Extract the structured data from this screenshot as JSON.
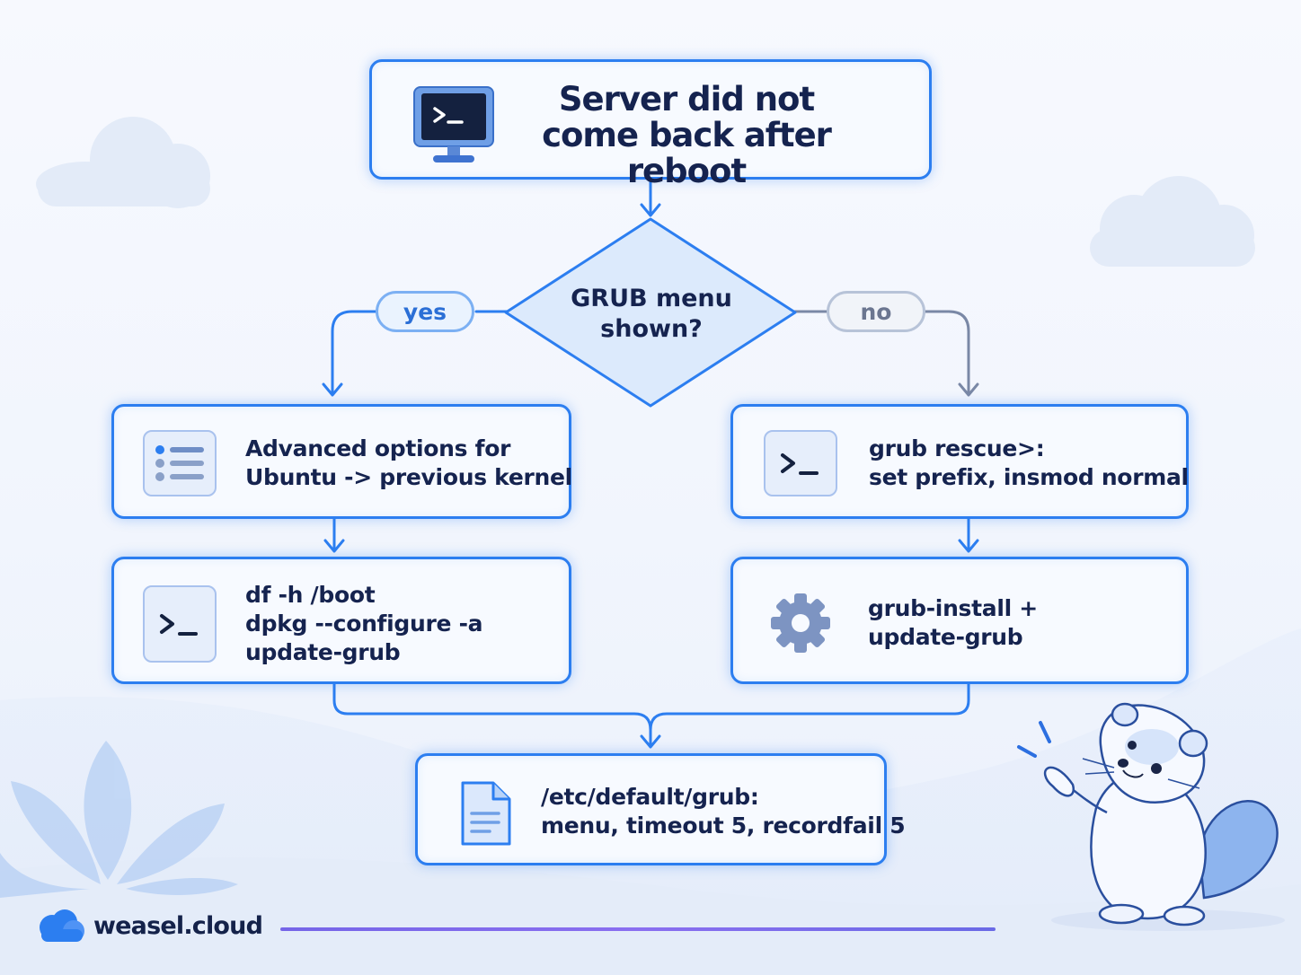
{
  "nodes": {
    "start": {
      "text": "Server did not come back after reboot",
      "icon": "terminal-monitor-icon"
    },
    "decision": {
      "text": "GRUB menu shown?"
    },
    "yes_step1": {
      "lines": [
        "Advanced options for",
        "Ubuntu -> previous kernel"
      ],
      "icon": "list-icon"
    },
    "yes_step2": {
      "lines": [
        "df -h /boot",
        "dpkg --configure -a",
        "update-grub"
      ],
      "icon": "terminal-icon"
    },
    "no_step1": {
      "lines": [
        "grub rescue>:",
        "set prefix, insmod normal"
      ],
      "icon": "terminal-icon"
    },
    "no_step2": {
      "lines": [
        "grub-install +",
        "update-grub"
      ],
      "icon": "gear-icon"
    },
    "final": {
      "lines": [
        "/etc/default/grub:",
        "menu, timeout 5, recordfail 5"
      ],
      "icon": "document-icon"
    }
  },
  "branches": {
    "yes_label": "yes",
    "no_label": "no"
  },
  "brand": {
    "name": "weasel.cloud",
    "logo": "cloud-logo-icon"
  },
  "colors": {
    "accent": "#2c7ef0",
    "yes_branch": "#2b6fd6",
    "no_branch": "#6b7690",
    "text": "#15234f",
    "brand_line": "#7b68ee"
  }
}
